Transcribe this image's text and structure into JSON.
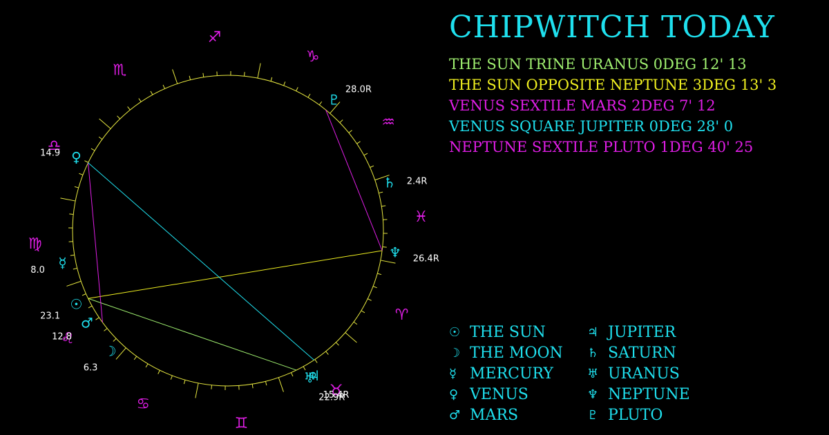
{
  "title": "CHIPWITCH TODAY",
  "colors": {
    "background": "#000000",
    "cyan": "#1fe0ee",
    "magenta": "#e01ee6",
    "yellow": "#f0f020",
    "green": "#a0f070",
    "circle": "#e8e840"
  },
  "aspects": [
    {
      "text": "THE SUN TRINE URANUS 0DEG 12' 13",
      "color": "#a0f070"
    },
    {
      "text": "THE SUN OPPOSITE NEPTUNE 3DEG 13' 3",
      "color": "#f0f020"
    },
    {
      "text": "VENUS SEXTILE MARS 2DEG 7' 12",
      "color": "#e01ee6"
    },
    {
      "text": "VENUS SQUARE JUPITER 0DEG 28' 0",
      "color": "#1fe0ee"
    },
    {
      "text": "NEPTUNE SEXTILE PLUTO 1DEG 40' 25",
      "color": "#e01ee6"
    }
  ],
  "legend": [
    {
      "glyph": "☉",
      "name": "THE SUN",
      "icon": "sun-icon"
    },
    {
      "glyph": "☽",
      "name": "THE MOON",
      "icon": "moon-icon"
    },
    {
      "glyph": "☿",
      "name": "MERCURY",
      "icon": "mercury-icon"
    },
    {
      "glyph": "♀",
      "name": "VENUS",
      "icon": "venus-icon"
    },
    {
      "glyph": "♂",
      "name": "MARS",
      "icon": "mars-icon"
    },
    {
      "glyph": "♃",
      "name": "JUPITER",
      "icon": "jupiter-icon"
    },
    {
      "glyph": "♄",
      "name": "SATURN",
      "icon": "saturn-icon"
    },
    {
      "glyph": "♅",
      "name": "URANUS",
      "icon": "uranus-icon"
    },
    {
      "glyph": "♆",
      "name": "NEPTUNE",
      "icon": "neptune-icon"
    },
    {
      "glyph": "♇",
      "name": "PLUTO",
      "icon": "pluto-icon"
    }
  ],
  "zodiac": [
    {
      "name": "aries",
      "glyph": "♈"
    },
    {
      "name": "taurus",
      "glyph": "♉"
    },
    {
      "name": "gemini",
      "glyph": "♊"
    },
    {
      "name": "cancer",
      "glyph": "♋"
    },
    {
      "name": "leo",
      "glyph": "♌"
    },
    {
      "name": "virgo",
      "glyph": "♍"
    },
    {
      "name": "libra",
      "glyph": "♎"
    },
    {
      "name": "scorpio",
      "glyph": "♏"
    },
    {
      "name": "sagittarius",
      "glyph": "♐"
    },
    {
      "name": "capricorn",
      "glyph": "♑"
    },
    {
      "name": "aquarius",
      "glyph": "♒"
    },
    {
      "name": "pisces",
      "glyph": "♓"
    }
  ],
  "planets": [
    {
      "name": "sun",
      "glyph": "☉",
      "sign": "leo",
      "degree": "23.1"
    },
    {
      "name": "moon",
      "glyph": "☽",
      "sign": "leo",
      "degree": "6.3"
    },
    {
      "name": "mercury",
      "glyph": "☿",
      "sign": "virgo",
      "degree": "8.0"
    },
    {
      "name": "venus",
      "glyph": "♀",
      "sign": "libra",
      "degree": "14.9"
    },
    {
      "name": "mars",
      "glyph": "♂",
      "sign": "leo",
      "degree": "12.8"
    },
    {
      "name": "jupiter",
      "glyph": "♃",
      "sign": "taurus",
      "degree": "15.4R"
    },
    {
      "name": "saturn",
      "glyph": "♄",
      "sign": "pisces",
      "degree": "2.4R"
    },
    {
      "name": "uranus",
      "glyph": "♅",
      "sign": "taurus",
      "degree": "22.9R"
    },
    {
      "name": "neptune",
      "glyph": "♆",
      "sign": "pisces",
      "degree": "26.4R"
    },
    {
      "name": "pluto",
      "glyph": "♇",
      "sign": "capricorn",
      "degree": "28.0R"
    }
  ],
  "aspect_lines": [
    {
      "from": "sun",
      "to": "uranus",
      "color": "#a0f070"
    },
    {
      "from": "sun",
      "to": "neptune",
      "color": "#f0f020"
    },
    {
      "from": "venus",
      "to": "mars",
      "color": "#e01ee6"
    },
    {
      "from": "venus",
      "to": "jupiter",
      "color": "#1fe0ee"
    },
    {
      "from": "neptune",
      "to": "pluto",
      "color": "#e01ee6"
    }
  ]
}
